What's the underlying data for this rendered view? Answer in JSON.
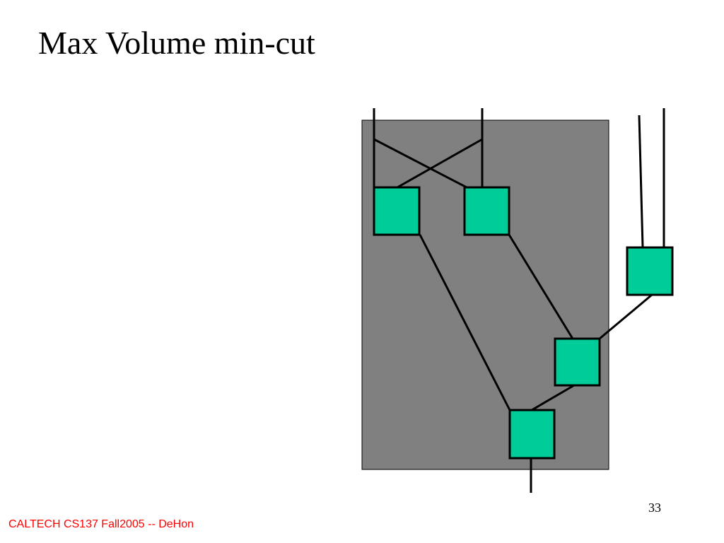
{
  "slide": {
    "title": "Max Volume min-cut",
    "page_number": "33",
    "footer": "CALTECH CS137 Fall2005 -- DeHon"
  },
  "colors": {
    "background": "#ffffff",
    "cut_region": "#808080",
    "node_fill": "#00cc99",
    "wire": "#000000",
    "footer_text": "#ff0000"
  },
  "diagram": {
    "nodes": [
      "node-1",
      "node-2",
      "node-3",
      "node-4",
      "node-5"
    ],
    "cut_region_label": "",
    "edges": [
      [
        "input-1",
        "node-1"
      ],
      [
        "input-1",
        "node-2"
      ],
      [
        "input-2",
        "node-2"
      ],
      [
        "input-2",
        "node-1"
      ],
      [
        "input-3",
        "node-3"
      ],
      [
        "input-4",
        "node-3"
      ],
      [
        "node-1",
        "node-5"
      ],
      [
        "node-2",
        "node-4"
      ],
      [
        "node-3",
        "node-4"
      ],
      [
        "node-4",
        "node-5"
      ],
      [
        "node-5",
        "output"
      ]
    ]
  }
}
